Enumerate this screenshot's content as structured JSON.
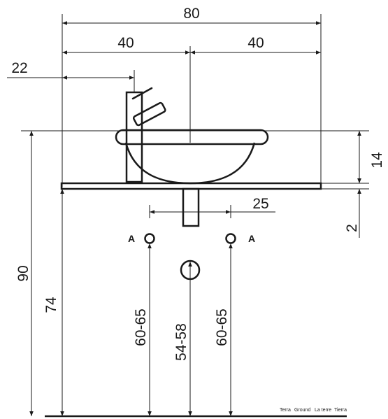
{
  "dimensions": {
    "total_width": "80",
    "half_left": "40",
    "half_right": "40",
    "faucet_offset": "22",
    "total_height": "90",
    "counter_height": "74",
    "basin_height": "14",
    "counter_thickness": "2",
    "drain_spacing": "25",
    "supply_left_height": "60-65",
    "drain_height": "54-58",
    "supply_right_height": "60-65"
  },
  "labels": {
    "supply_left": "A",
    "supply_right": "A"
  },
  "floor": {
    "fr": "Terra",
    "en": "Ground",
    "it": "La terre",
    "es": "Tierra"
  }
}
